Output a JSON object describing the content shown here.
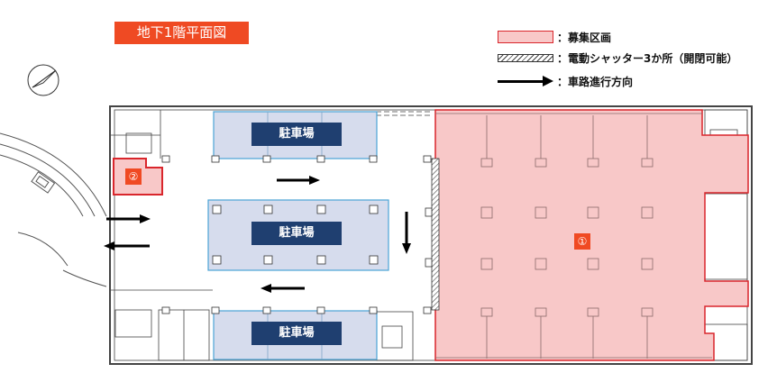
{
  "title": "地下1階平面図",
  "legend": {
    "recruit_area": "：募集区画",
    "shutter": "：電動シャッター3か所（開閉可能）",
    "direction": "：車路進行方向"
  },
  "parking": {
    "top": "駐車場",
    "middle": "駐車場",
    "bottom": "駐車場"
  },
  "areas": {
    "area1": "①",
    "area2": "②"
  },
  "colors": {
    "accent_red": "#ef4a23",
    "recruit_fill": "#f8c8c8",
    "recruit_border": "#d9262c",
    "parking_fill": "#d6dced",
    "parking_border": "#4aa3d6",
    "parking_label": "#1f3f70"
  },
  "icons": [
    "north-compass-icon",
    "direction-arrow-icon",
    "shutter-hatch-icon"
  ]
}
